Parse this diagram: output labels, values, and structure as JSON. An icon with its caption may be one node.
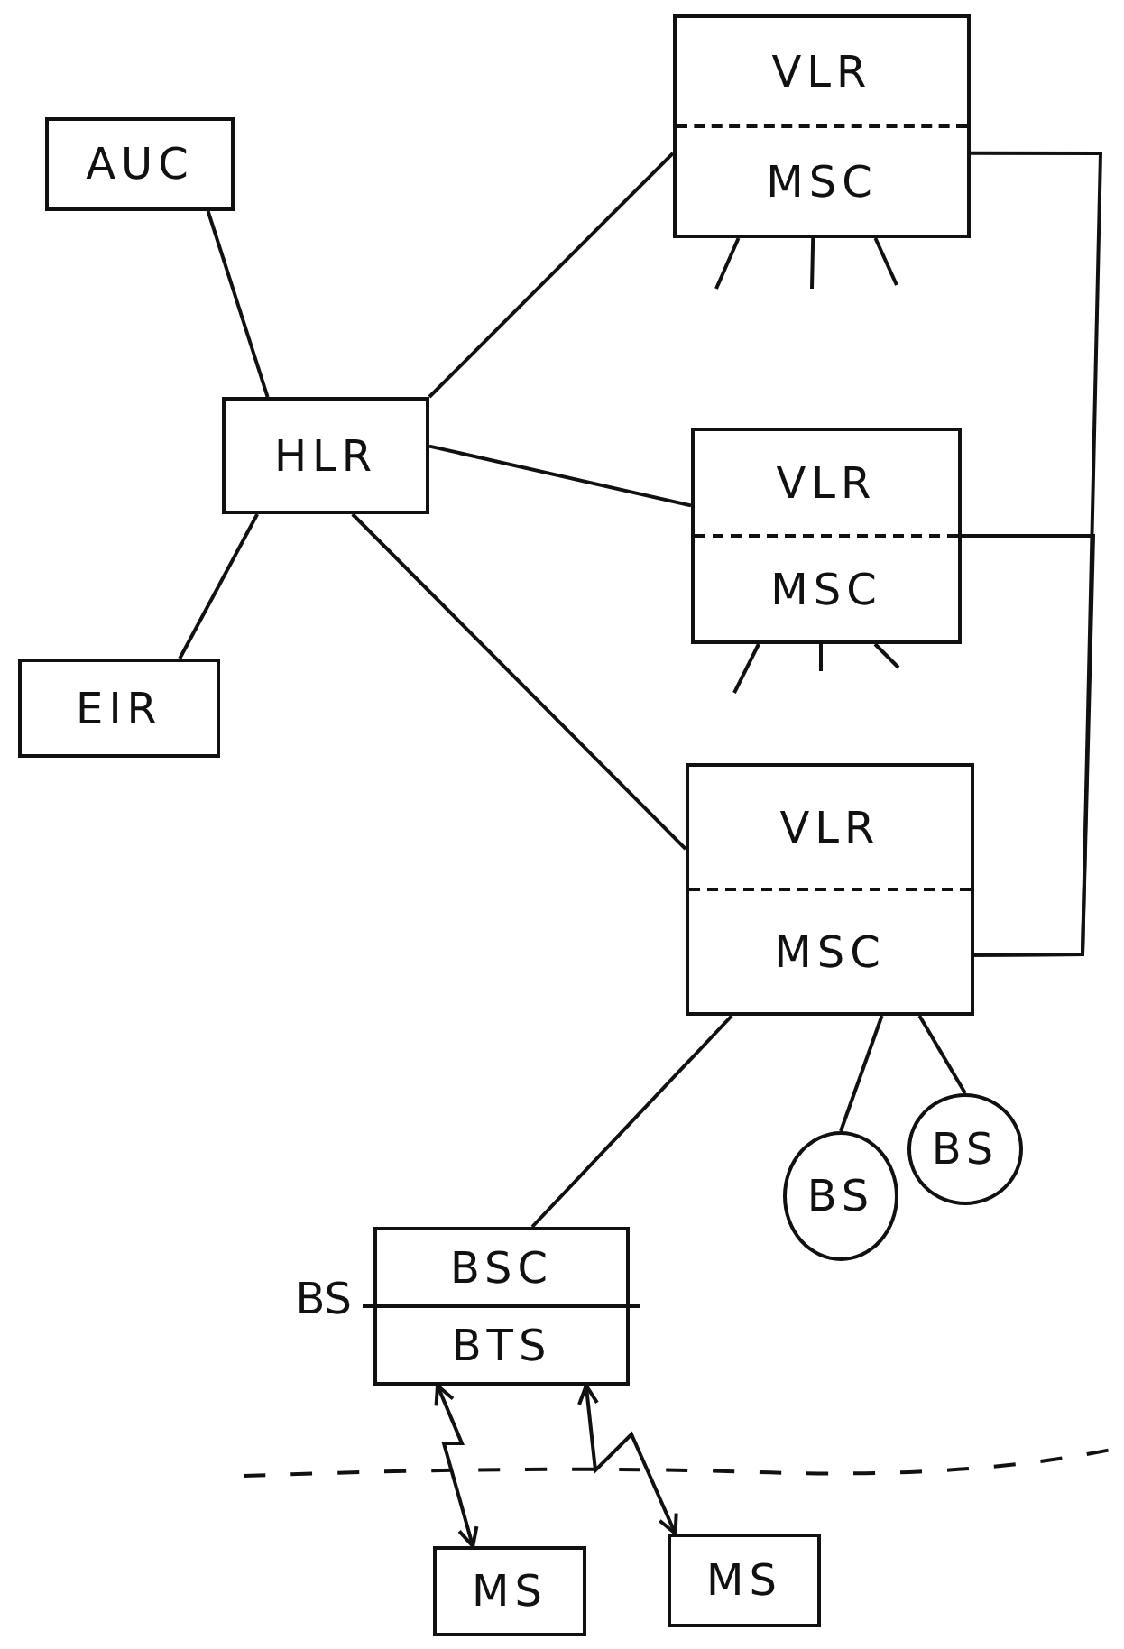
{
  "diagram": {
    "nodes": [
      {
        "text": [
          "AUC"
        ]
      },
      {
        "text": [
          "VLR",
          "MSC"
        ]
      },
      {
        "text": [
          "HLR"
        ]
      },
      {
        "text": [
          "VLR",
          "MSC"
        ]
      },
      {
        "text": [
          "EIR"
        ]
      },
      {
        "text": [
          "VLR",
          "MSC"
        ]
      },
      {
        "text": [
          "BS"
        ]
      },
      {
        "text": [
          "BS"
        ]
      },
      {
        "text": [
          "BSC",
          "BTS"
        ],
        "beside": [
          "BS"
        ]
      },
      {
        "text": [
          "MS"
        ]
      },
      {
        "text": [
          "MS"
        ]
      }
    ],
    "edges": [
      {
        "from": 0,
        "to": 2,
        "arrow": "none"
      },
      {
        "from": 2,
        "to": 1,
        "arrow": "none"
      },
      {
        "from": 2,
        "to": 3,
        "arrow": "none"
      },
      {
        "from": 4,
        "to": 2,
        "arrow": "none"
      },
      {
        "from": 2,
        "to": 5,
        "arrow": "none"
      },
      {
        "from": 1,
        "to": 5,
        "arrow": "none"
      },
      {
        "from": 3,
        "to": 5,
        "arrow": "none"
      },
      {
        "from": 5,
        "to": 6,
        "arrow": "none"
      },
      {
        "from": 5,
        "to": 7,
        "arrow": "none"
      },
      {
        "from": 5,
        "to": 8,
        "arrow": "none"
      },
      {
        "from": 8,
        "to": 9,
        "arrow": "both"
      },
      {
        "from": 8,
        "to": 10,
        "arrow": "both"
      },
      {
        "from": 1,
        "to": null,
        "arrow": "none"
      },
      {
        "from": 1,
        "to": null,
        "arrow": "none"
      },
      {
        "from": 1,
        "to": null,
        "arrow": "none"
      },
      {
        "from": 3,
        "to": null,
        "arrow": "none"
      },
      {
        "from": 3,
        "to": null,
        "arrow": "none"
      },
      {
        "from": 3,
        "to": null,
        "arrow": "none"
      }
    ]
  }
}
